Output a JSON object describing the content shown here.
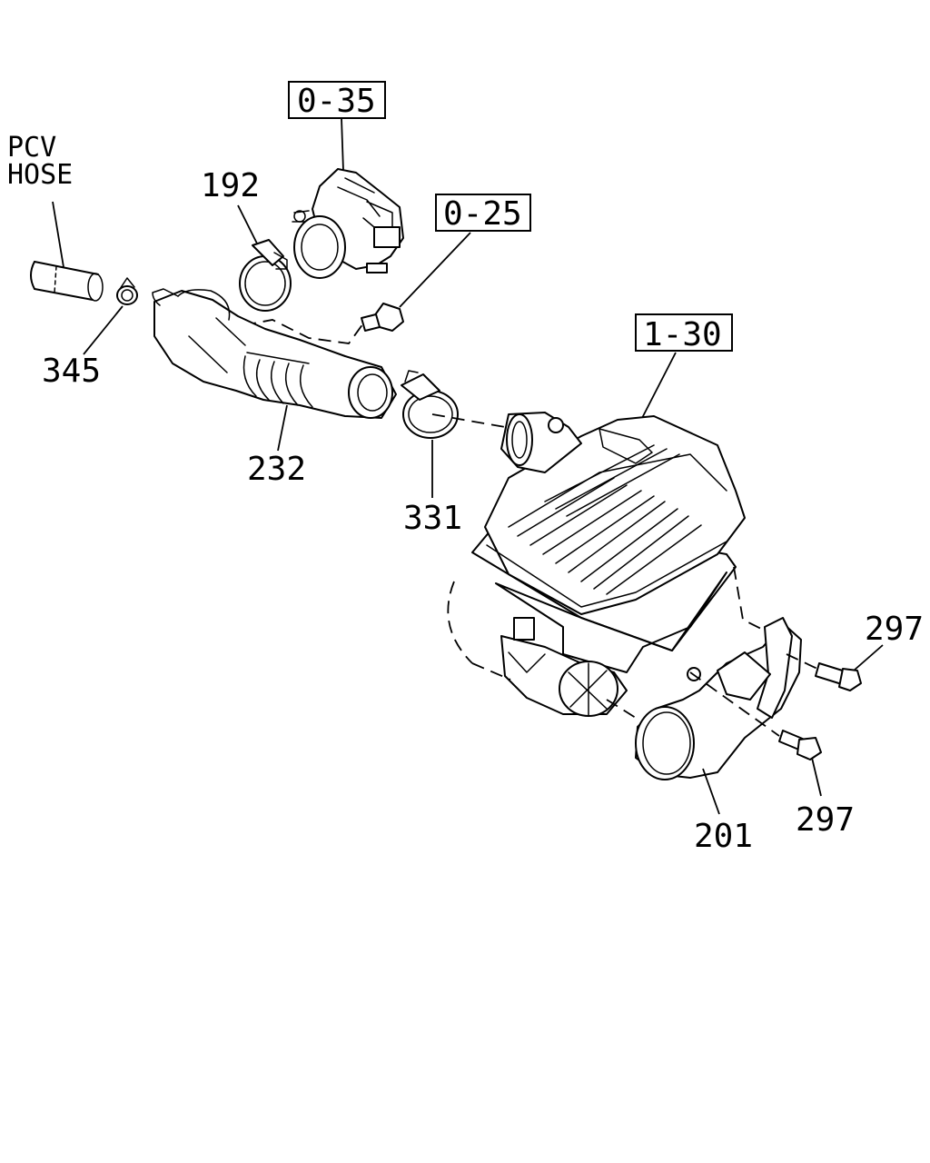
{
  "callouts": {
    "pcv_line1": "PCV",
    "pcv_line2": "HOSE",
    "ref_0_35": "0-35",
    "ref_0_25": "0-25",
    "ref_1_30": "1-30",
    "part_192": "192",
    "part_345": "345",
    "part_232": "232",
    "part_331": "331",
    "part_297_top": "297",
    "part_297_bottom": "297",
    "part_201": "201"
  }
}
